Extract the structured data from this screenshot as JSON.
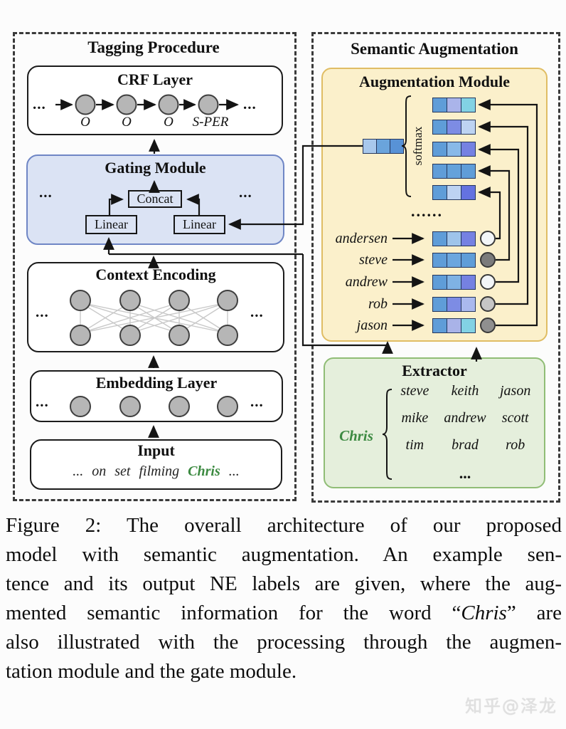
{
  "figure": {
    "left_panel": {
      "title": "Tagging Procedure",
      "crf": {
        "title": "CRF Layer",
        "ellipsis_left": "...",
        "ellipsis_right": "...",
        "tags": [
          "O",
          "O",
          "O",
          "S-PER"
        ]
      },
      "gating": {
        "title": "Gating Module",
        "ellipsis_left": "...",
        "ellipsis_right": "...",
        "concat": "Concat",
        "linear_left": "Linear",
        "linear_right": "Linear"
      },
      "context": {
        "title": "Context Encoding",
        "ellipsis_left": "...",
        "ellipsis_right": "..."
      },
      "embedding": {
        "title": "Embedding Layer",
        "ellipsis_left": "...",
        "ellipsis_right": "..."
      },
      "input": {
        "title": "Input",
        "prefix": "... on set filming",
        "highlight": "Chris",
        "suffix": "..."
      }
    },
    "right_panel": {
      "title": "Semantic Augmentation",
      "augmentation": {
        "title": "Augmentation Module",
        "softmax": "softmax",
        "ellipsis": "......",
        "query_vector": [
          "#a8c8ec",
          "#6aa4dc",
          "#5892d6"
        ],
        "output_vectors": [
          [
            "#5f9dd8",
            "#aab4ea",
            "#82d2e4"
          ],
          [
            "#5f9dd8",
            "#7d8ce4",
            "#bdd3f2"
          ],
          [
            "#5f9dd8",
            "#88b9e8",
            "#7581e2"
          ],
          [
            "#5f9dd8",
            "#64a2da",
            "#5f9dd8"
          ],
          [
            "#5f9dd8",
            "#bdd3f2",
            "#6472e0"
          ]
        ],
        "words": [
          {
            "label": "andersen",
            "vector": [
              "#5f9dd8",
              "#9ec4ea",
              "#7581e2"
            ],
            "weight_circle": "#f3f6f8"
          },
          {
            "label": "steve",
            "vector": [
              "#5f9dd8",
              "#6ba6de",
              "#5f9dd8"
            ],
            "weight_circle": "#7b7b7b"
          },
          {
            "label": "andrew",
            "vector": [
              "#5f9dd8",
              "#7fb2e4",
              "#7581e2"
            ],
            "weight_circle": "#f3f6f8"
          },
          {
            "label": "rob",
            "vector": [
              "#5f9dd8",
              "#7d8ce4",
              "#aab9ee"
            ],
            "weight_circle": "#c6c6c6"
          },
          {
            "label": "jason",
            "vector": [
              "#5f9dd8",
              "#a9b3e8",
              "#82d2e4"
            ],
            "weight_circle": "#8f8f8f"
          }
        ]
      },
      "extractor": {
        "title": "Extractor",
        "source_word": "Chris",
        "grid": [
          [
            "steve",
            "keith",
            "jason"
          ],
          [
            "mike",
            "andrew",
            "scott"
          ],
          [
            "tim",
            "brad",
            "rob"
          ]
        ],
        "ellipsis": "..."
      }
    }
  },
  "caption": {
    "line1": "Figure 2:  The overall architecture of our proposed",
    "line2": "model with semantic augmentation.  An example sen-",
    "line3": "tence and its output NE labels are given, where the aug-",
    "line4_pre": "mented semantic information for the word “",
    "line4_italic": "Chris",
    "line4_post": "” are",
    "line5": "also illustrated with the processing through the augmen-",
    "line6": "tation module and the gate module."
  },
  "watermark": "知乎@泽龙",
  "theme": {
    "gating_fill": "#dbe3f4",
    "gating_border": "#6f86c5",
    "aug_fill": "#fbf0cb",
    "aug_border": "#e0bd64",
    "extractor_fill": "#e5efdc",
    "extractor_border": "#90bd76",
    "node_fill": "#b6b6b6",
    "node_border": "#3f3f3f",
    "highlight_green": "#3c8a41",
    "line_color": "#141414",
    "cell_border": "#25365c"
  }
}
